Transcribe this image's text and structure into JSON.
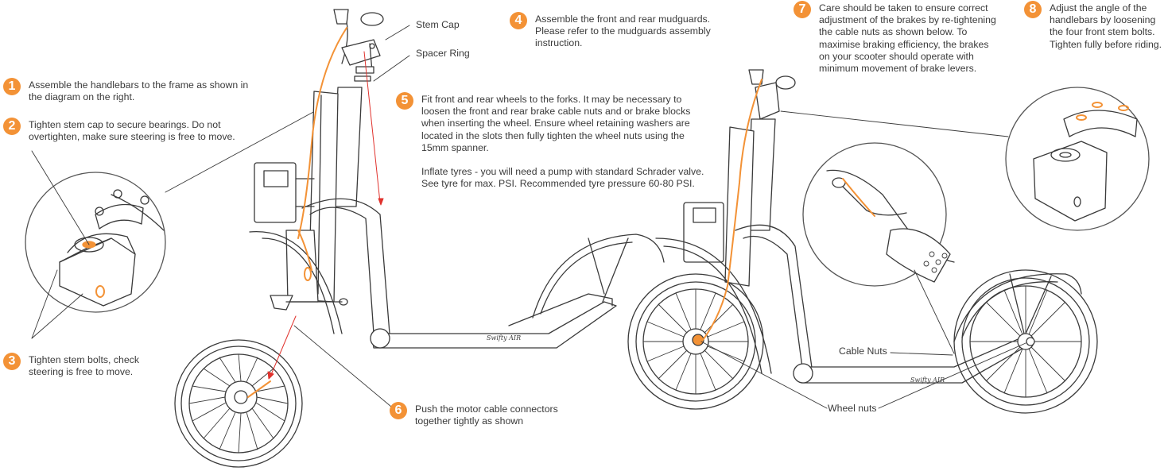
{
  "steps": [
    {
      "number": "1",
      "text": "Assemble the handlebars to the frame as shown in\nthe diagram on the right."
    },
    {
      "number": "2",
      "text": "Tighten stem cap to secure bearings. Do not\novertighten, make sure steering is free to move."
    },
    {
      "number": "3",
      "text": "Tighten stem bolts, check\nsteering is free to move."
    },
    {
      "number": "4",
      "text": "Assemble the front and rear mudguards.\nPlease refer to the mudguards assembly\ninstruction."
    },
    {
      "number": "5",
      "text": "Fit front and rear wheels to the forks. It may be necessary to\nloosen the front and rear brake cable nuts and or brake blocks\nwhen inserting the wheel. Ensure wheel retaining washers are\nlocated in the slots then fully tighten the wheel nuts using the\n15mm spanner.\n\nInflate tyres - you will need a pump with standard Schrader valve.\nSee tyre for max. PSI. Recommended tyre pressure 60-80 PSI."
    },
    {
      "number": "6",
      "text": "Push the motor cable connectors\ntogether tightly as shown"
    },
    {
      "number": "7",
      "text": "Care should be taken to ensure correct\nadjustment of the brakes by re-tightening\nthe cable nuts as shown below. To\nmaximise braking efficiency, the brakes\non your scooter should operate with\nminimum movement of brake levers."
    },
    {
      "number": "8",
      "text": "Adjust the angle of the\nhandlebars by loosening\nthe four front stem bolts.\nTighten fully before riding."
    }
  ],
  "callouts": {
    "stem_cap": "Stem Cap",
    "spacer_ring": "Spacer Ring",
    "cable_nuts": "Cable Nuts",
    "wheel_nuts": "Wheel nuts"
  },
  "brand_logo": "Swifty AIR",
  "colors": {
    "accent": "#f39236",
    "line": "#3a3a3a",
    "text": "#3a3a3a"
  }
}
